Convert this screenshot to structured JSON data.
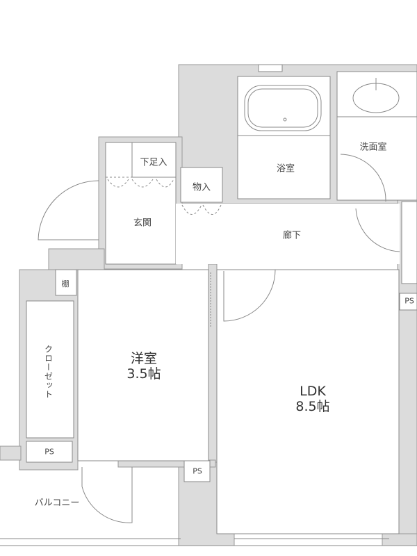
{
  "rooms": {
    "shoe_storage": "下足入",
    "storage": "物入",
    "bathroom": "浴室",
    "washroom": "洗面室",
    "entrance": "玄関",
    "hallway": "廊下",
    "shelf": "棚",
    "closet": "クローゼット",
    "western_room": {
      "name": "洋室",
      "size": "3.5帖"
    },
    "ldk": {
      "name": "LDK",
      "size": "8.5帖"
    },
    "ps_left": "PS",
    "ps_center": "PS",
    "ps_right": "PS",
    "balcony": "バルコニー"
  },
  "colors": {
    "wall": "#dcdcdc",
    "line": "#8c8c8c"
  }
}
